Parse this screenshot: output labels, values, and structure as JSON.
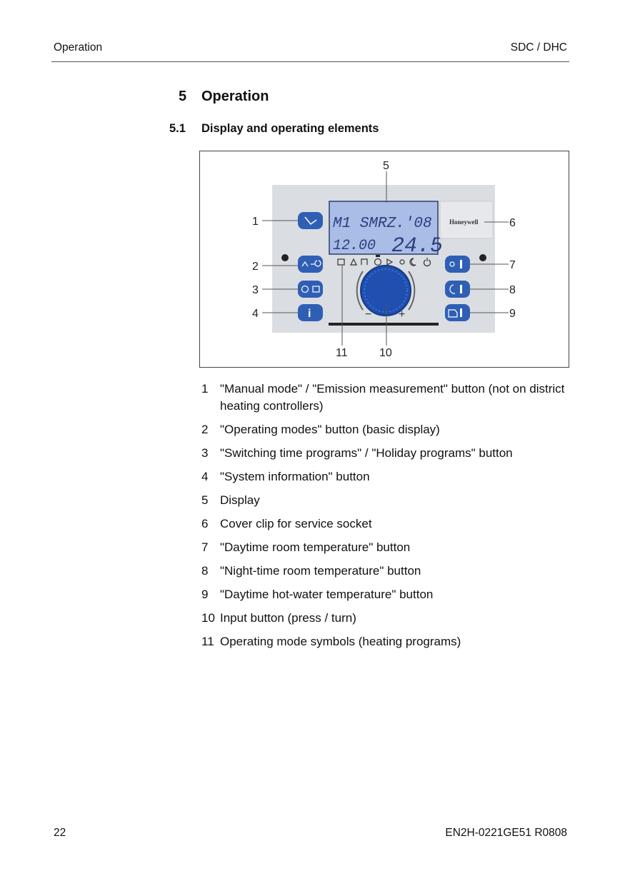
{
  "header": {
    "left": "Operation",
    "right": "SDC / DHC"
  },
  "section": {
    "number": "5",
    "title": "Operation"
  },
  "subsection": {
    "number": "5.1",
    "title": "Display and operating elements"
  },
  "figure": {
    "callouts": [
      "1",
      "2",
      "3",
      "4",
      "5",
      "6",
      "7",
      "8",
      "9",
      "10",
      "11"
    ],
    "display": {
      "line1": "M1  SMRZ.'08",
      "time": "12.00",
      "temp": "24.5"
    },
    "brand": "Honeywell",
    "colors": {
      "button": "#2f5fb5",
      "display": "#a9bde6",
      "panel": "#dadde2",
      "knob": "#1f4fb0"
    }
  },
  "legend": [
    {
      "num": "1",
      "text": "\"Manual mode\" / \"Emission measurement\" button (not on district heating controllers)"
    },
    {
      "num": "2",
      "text": "\"Operating modes\" button (basic display)"
    },
    {
      "num": "3",
      "text": "\"Switching time programs\" / \"Holiday programs\" button"
    },
    {
      "num": "4",
      "text": "\"System information\" button"
    },
    {
      "num": "5",
      "text": "Display"
    },
    {
      "num": "6",
      "text": "Cover clip for service socket"
    },
    {
      "num": "7",
      "text": "\"Daytime room temperature\" button"
    },
    {
      "num": "8",
      "text": "\"Night-time room temperature\" button"
    },
    {
      "num": "9",
      "text": "\"Daytime hot-water temperature\" button"
    },
    {
      "num": "10",
      "text": "Input button (press / turn)"
    },
    {
      "num": "11",
      "text": "Operating mode symbols (heating programs)"
    }
  ],
  "footer": {
    "page": "22",
    "doc": "EN2H-0221GE51 R0808"
  }
}
